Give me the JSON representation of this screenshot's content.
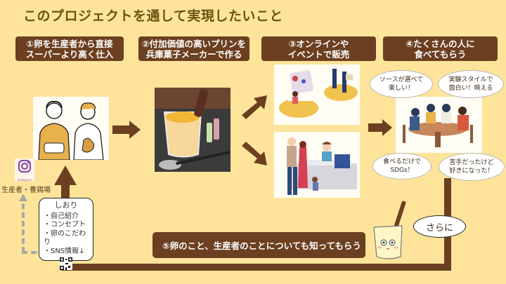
{
  "title": "このプロジェクトを通して実現したいこと",
  "steps": [
    {
      "line1": "①卵を生産者から直接",
      "line2": "スーパーより高く仕入"
    },
    {
      "line1": "②付加価値の高いプリンを",
      "line2": "兵庫菓子メーカーで作る"
    },
    {
      "line1": "③オンラインや",
      "line2": "イベントで販売"
    },
    {
      "line1": "④たくさんの人に",
      "line2": "食べてもらう"
    }
  ],
  "step5": "⑤卵のこと、生産者のことについても知ってもらう",
  "bubbles": [
    {
      "line1": "ソースが選べて",
      "line2": "楽しい！"
    },
    {
      "line1": "実験スタイルで",
      "line2": "面白い！映える"
    },
    {
      "line1": "食べるだけで",
      "line2": "SDGs！"
    },
    {
      "line1": "苦手だったけど",
      "line2": "好きになった！"
    }
  ],
  "sarani": "さらに",
  "bookmark": {
    "title": "しおり",
    "items": [
      "・自己紹介",
      "・コンセプト",
      "・卵のこだわり",
      "・SNS情報↓"
    ]
  },
  "instagram": {
    "label": "生産者・養鶏場",
    "icon_text": "Instagram"
  },
  "colors": {
    "background": "#fde49a",
    "brown": "#6b3f1f",
    "title": "#6b5214"
  }
}
